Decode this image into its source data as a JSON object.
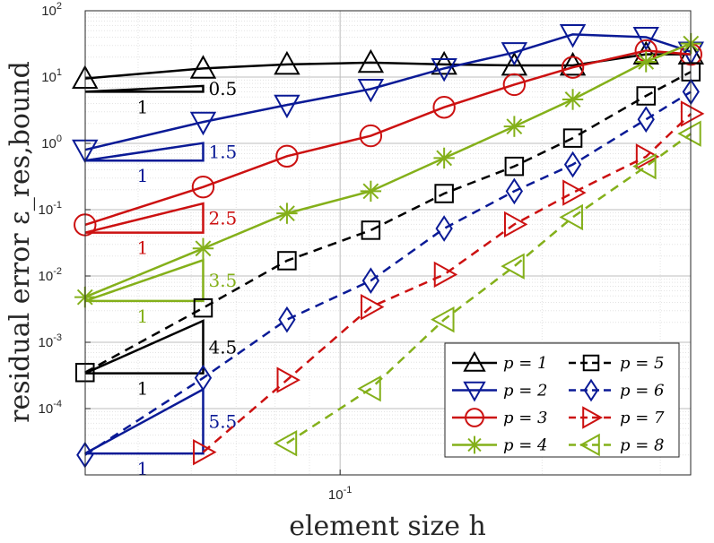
{
  "chart_data": {
    "type": "line",
    "xscale": "log",
    "yscale": "log",
    "xlim": [
      0.0417,
      0.333
    ],
    "ylim": [
      1e-05,
      100
    ],
    "xlabel": "element size h",
    "ylabel": "residual error ε_res,bound",
    "x_tick_labels": [
      {
        "value": 0.1,
        "label": "10^-1"
      }
    ],
    "y_tick_labels": [
      {
        "value": 0.0001,
        "label": "10^-4"
      },
      {
        "value": 0.001,
        "label": "10^-3"
      },
      {
        "value": 0.01,
        "label": "10^-2"
      },
      {
        "value": 0.1,
        "label": "10^-1"
      },
      {
        "value": 1,
        "label": "10^0"
      },
      {
        "value": 10,
        "label": "10^1"
      },
      {
        "value": 100,
        "label": "10^2"
      }
    ],
    "grid": true,
    "legend_position": "bottom-right",
    "x": [
      0.04167,
      0.0625,
      0.08333,
      0.1111,
      0.1429,
      0.1818,
      0.2222,
      0.2857,
      0.3333
    ],
    "series": [
      {
        "name": "p = 1",
        "color": "#000000",
        "dash": "solid",
        "marker": "triangle-up",
        "values": [
          9.5,
          13.5,
          15.5,
          16.5,
          15.5,
          15.0,
          15.0,
          22.0,
          22.0
        ]
      },
      {
        "name": "p = 2",
        "color": "#0a1a96",
        "dash": "solid",
        "marker": "triangle-down",
        "values": [
          0.8,
          2.1,
          3.8,
          6.6,
          13.5,
          23.5,
          44.0,
          40.0,
          24.0
        ]
      },
      {
        "name": "p = 3",
        "color": "#cc1111",
        "dash": "solid",
        "marker": "circle",
        "values": [
          0.059,
          0.22,
          0.64,
          1.3,
          3.5,
          7.7,
          14.0,
          25.0,
          22.0
        ]
      },
      {
        "name": "p = 4",
        "color": "#84b01a",
        "dash": "solid",
        "marker": "asterisk",
        "values": [
          0.0048,
          0.026,
          0.088,
          0.19,
          0.6,
          1.8,
          4.6,
          17.0,
          32.0
        ]
      },
      {
        "name": "p = 5",
        "color": "#000000",
        "dash": "dashed",
        "marker": "square",
        "values": [
          0.00035,
          0.0033,
          0.017,
          0.049,
          0.175,
          0.45,
          1.2,
          5.2,
          12.0
        ]
      },
      {
        "name": "p = 6",
        "color": "#0a1a96",
        "dash": "dashed",
        "marker": "diamond",
        "values": [
          2e-05,
          0.00029,
          0.0022,
          0.0085,
          0.052,
          0.19,
          0.48,
          2.3,
          6.0
        ]
      },
      {
        "name": "p = 7",
        "color": "#cc1111",
        "dash": "dashed",
        "marker": "triangle-right",
        "values": [
          2.2e-05,
          0.00027,
          0.0034,
          0.0105,
          0.06,
          0.18,
          0.63,
          2.8
        ]
      },
      {
        "name": "p = 8",
        "color": "#84b01a",
        "dash": "dashed",
        "marker": "triangle-left",
        "values": [
          3e-05,
          0.0002,
          0.0022,
          0.014,
          0.077,
          0.45,
          1.4
        ]
      }
    ],
    "series_x_override": {
      "p = 7": [
        0.0625,
        0.08333,
        0.1111,
        0.1429,
        0.1818,
        0.2222,
        0.2857,
        0.3333
      ],
      "p = 8": [
        0.0833,
        0.1111,
        0.1429,
        0.1818,
        0.2222,
        0.2857,
        0.3333
      ]
    },
    "slope_triangles": [
      {
        "color": "#000000",
        "x1": 0.04167,
        "x2": 0.0625,
        "y": 6.0,
        "slope": 0.5,
        "slope_label": "0.5",
        "run_label": "1"
      },
      {
        "color": "#0a1a96",
        "x1": 0.04167,
        "x2": 0.0625,
        "y": 0.55,
        "slope": 1.5,
        "slope_label": "1.5",
        "run_label": "1"
      },
      {
        "color": "#cc1111",
        "x1": 0.04167,
        "x2": 0.0625,
        "y": 0.045,
        "slope": 2.5,
        "slope_label": "2.5",
        "run_label": "1"
      },
      {
        "color": "#84b01a",
        "x1": 0.04167,
        "x2": 0.0625,
        "y": 0.0042,
        "slope": 3.5,
        "slope_label": "3.5",
        "run_label": "1"
      },
      {
        "color": "#000000",
        "x1": 0.04167,
        "x2": 0.0625,
        "y": 0.00034,
        "slope": 4.5,
        "slope_label": "4.5",
        "run_label": "1"
      },
      {
        "color": "#0a1a96",
        "x1": 0.04167,
        "x2": 0.0625,
        "y": 2.1e-05,
        "slope": 5.5,
        "slope_label": "5.5",
        "run_label": "1"
      }
    ]
  }
}
